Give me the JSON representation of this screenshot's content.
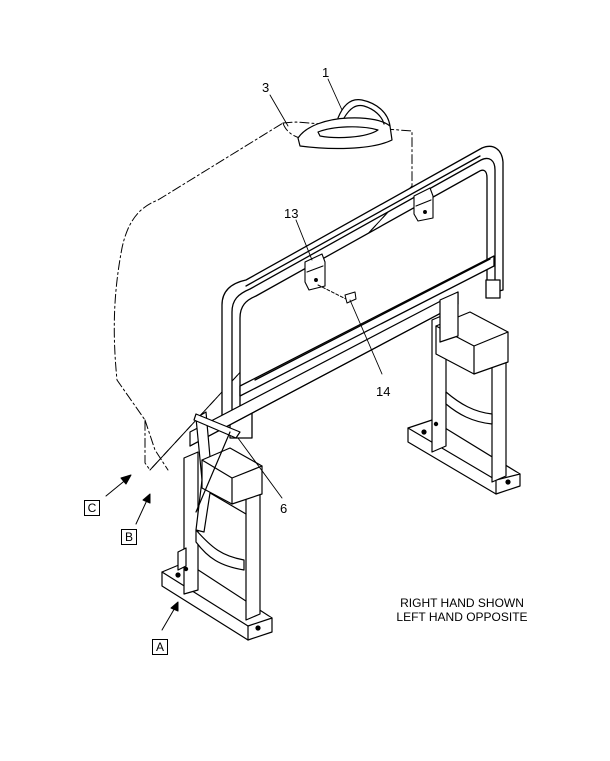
{
  "callouts": {
    "c1": "1",
    "c3": "3",
    "c13": "13",
    "c14": "14",
    "c6": "6"
  },
  "views": {
    "a": "A",
    "b": "B",
    "c": "C"
  },
  "note": {
    "line1": "RIGHT HAND SHOWN",
    "line2": "LEFT HAND OPPOSITE"
  },
  "colors": {
    "ink": "#000000",
    "paper": "#ffffff"
  }
}
